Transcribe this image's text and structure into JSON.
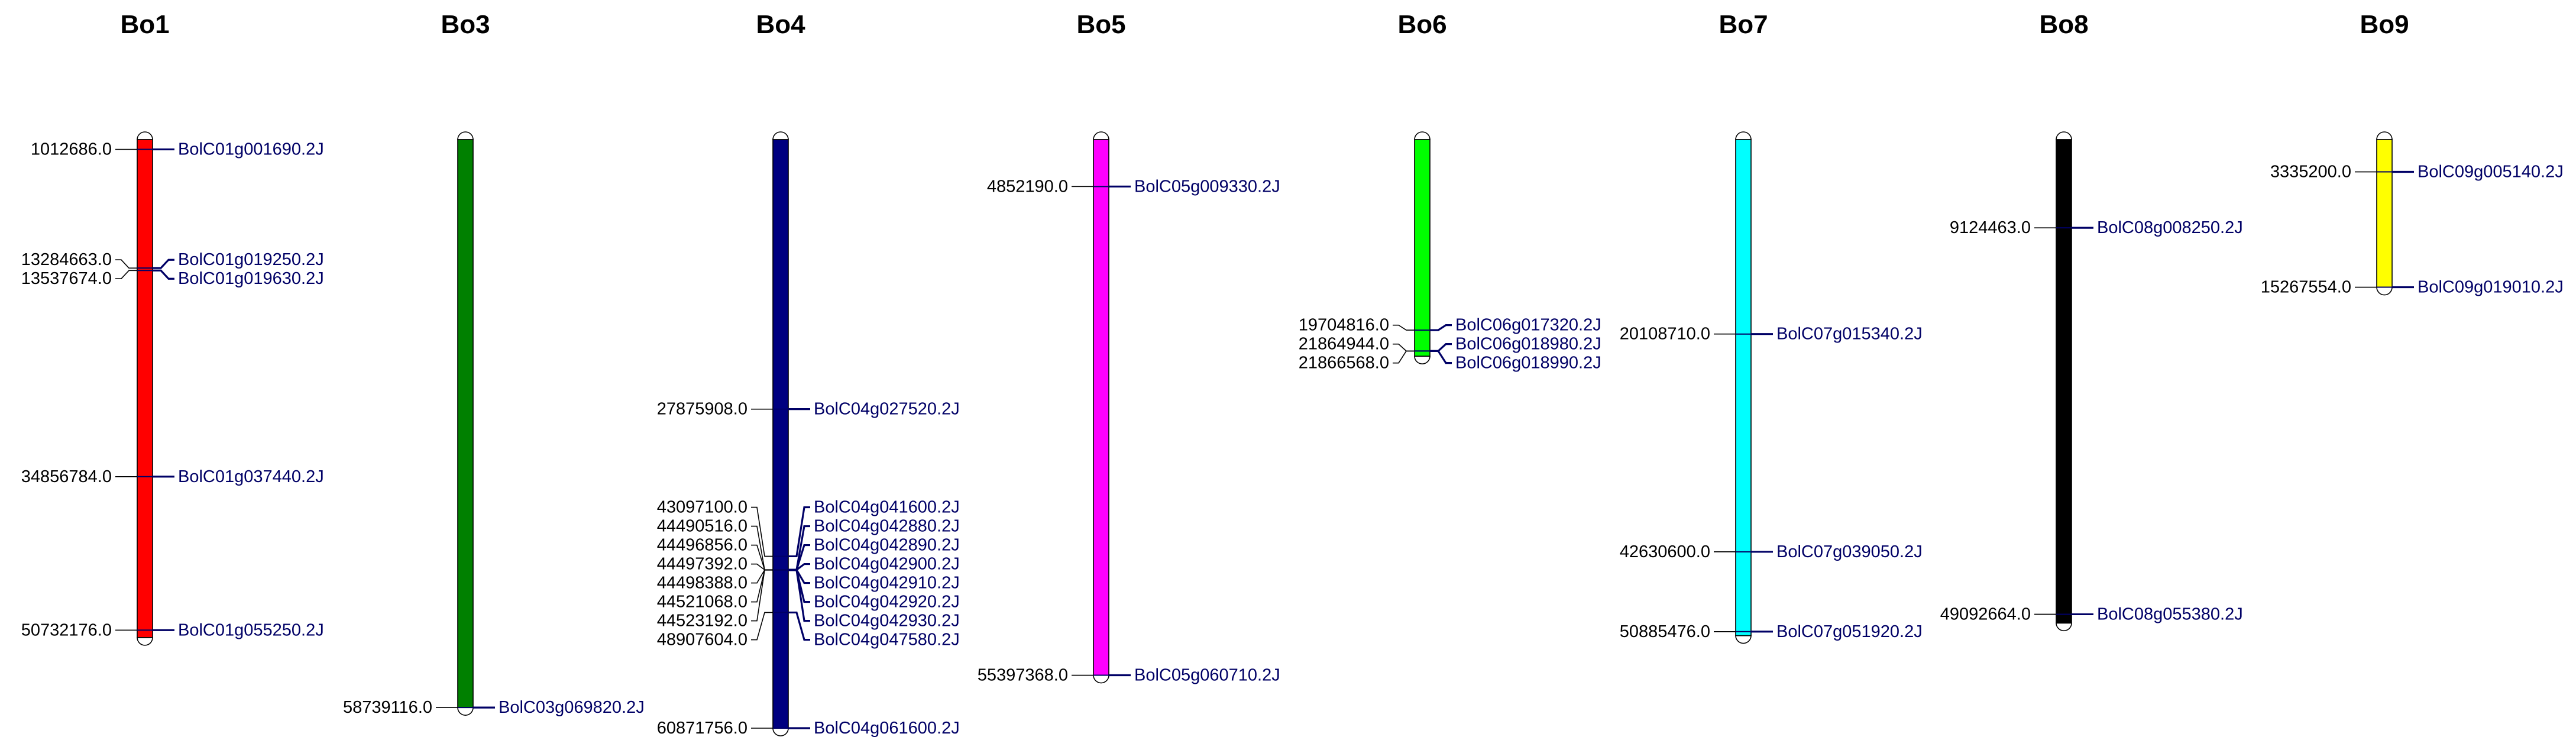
{
  "chromosomes": [
    {
      "name": "Bo1",
      "color": "#ff0000",
      "markers": [
        {
          "position": "1012686.0",
          "gene": "BolC01g001690.2J"
        },
        {
          "position": "13284663.0",
          "gene": "BolC01g019250.2J"
        },
        {
          "position": "13537674.0",
          "gene": "BolC01g019630.2J"
        },
        {
          "position": "34856784.0",
          "gene": "BolC01g037440.2J"
        },
        {
          "position": "50732176.0",
          "gene": "BolC01g055250.2J"
        }
      ]
    },
    {
      "name": "Bo3",
      "color": "#008000",
      "markers": [
        {
          "position": "58739116.0",
          "gene": "BolC03g069820.2J"
        }
      ]
    },
    {
      "name": "Bo4",
      "color": "#000080",
      "markers": [
        {
          "position": "27875908.0",
          "gene": "BolC04g027520.2J"
        },
        {
          "position": "43097100.0",
          "gene": "BolC04g041600.2J"
        },
        {
          "position": "44490516.0",
          "gene": "BolC04g042880.2J"
        },
        {
          "position": "44496856.0",
          "gene": "BolC04g042890.2J"
        },
        {
          "position": "44497392.0",
          "gene": "BolC04g042900.2J"
        },
        {
          "position": "44498388.0",
          "gene": "BolC04g042910.2J"
        },
        {
          "position": "44521068.0",
          "gene": "BolC04g042920.2J"
        },
        {
          "position": "44523192.0",
          "gene": "BolC04g042930.2J"
        },
        {
          "position": "48907604.0",
          "gene": "BolC04g047580.2J"
        },
        {
          "position": "60871756.0",
          "gene": "BolC04g061600.2J"
        }
      ]
    },
    {
      "name": "Bo5",
      "color": "#ff00ff",
      "markers": [
        {
          "position": "4852190.0",
          "gene": "BolC05g009330.2J"
        },
        {
          "position": "55397368.0",
          "gene": "BolC05g060710.2J"
        }
      ]
    },
    {
      "name": "Bo6",
      "color": "#00ff00",
      "markers": [
        {
          "position": "19704816.0",
          "gene": "BolC06g017320.2J"
        },
        {
          "position": "21864944.0",
          "gene": "BolC06g018980.2J"
        },
        {
          "position": "21866568.0",
          "gene": "BolC06g018990.2J"
        }
      ]
    },
    {
      "name": "Bo7",
      "color": "#00ffff",
      "markers": [
        {
          "position": "20108710.0",
          "gene": "BolC07g015340.2J"
        },
        {
          "position": "42630600.0",
          "gene": "BolC07g039050.2J"
        },
        {
          "position": "50885476.0",
          "gene": "BolC07g051920.2J"
        }
      ]
    },
    {
      "name": "Bo8",
      "color": "#000000",
      "markers": [
        {
          "position": "9124463.0",
          "gene": "BolC08g008250.2J"
        },
        {
          "position": "49092664.0",
          "gene": "BolC08g055380.2J"
        }
      ]
    },
    {
      "name": "Bo9",
      "color": "#ffff00",
      "markers": [
        {
          "position": "3335200.0",
          "gene": "BolC09g005140.2J"
        },
        {
          "position": "15267554.0",
          "gene": "BolC09g019010.2J"
        }
      ]
    }
  ]
}
